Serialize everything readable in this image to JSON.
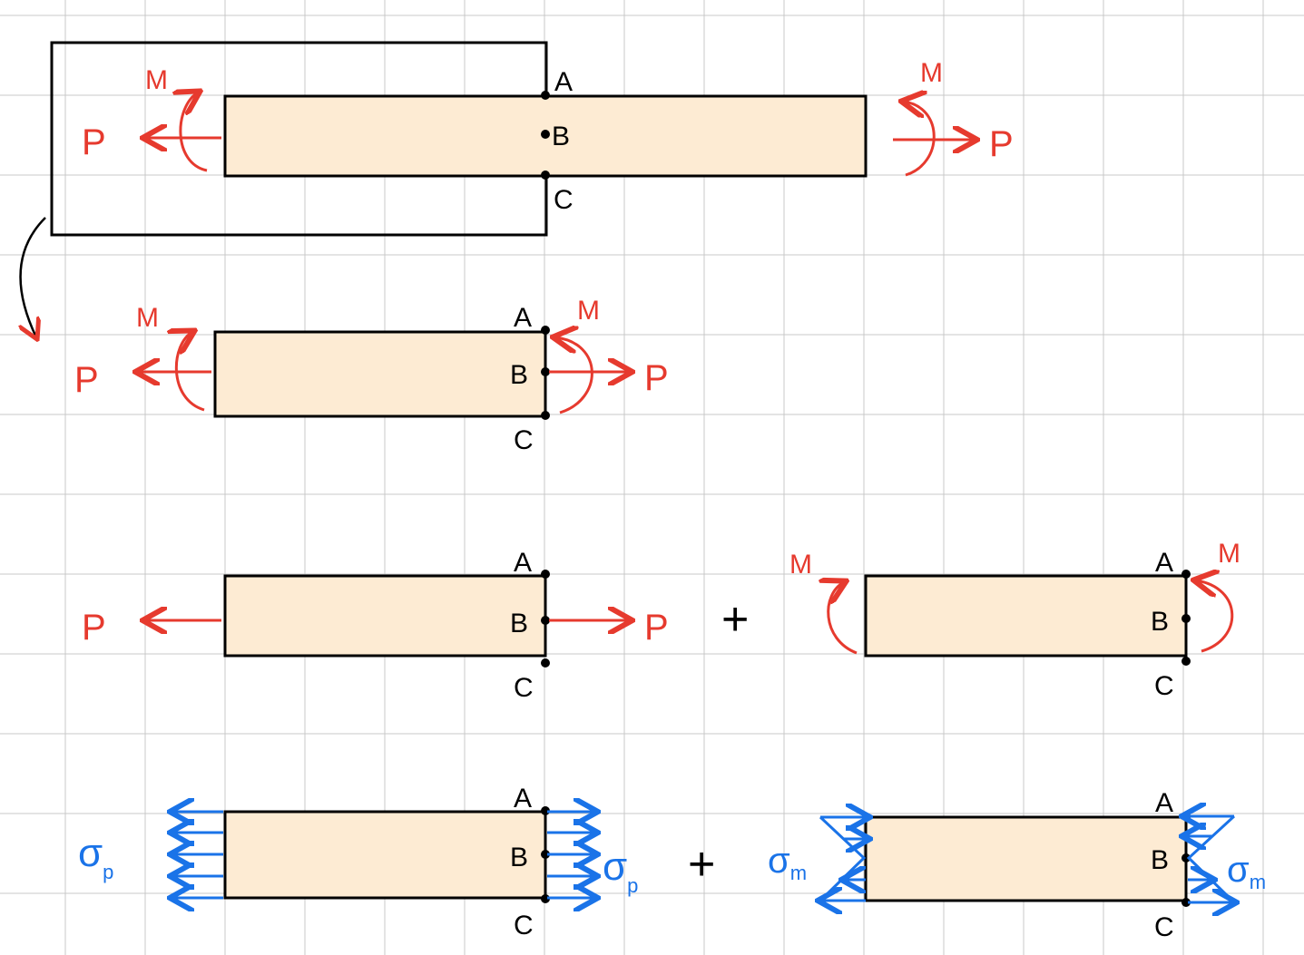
{
  "colors": {
    "grid": "#c8c8c8",
    "bar_fill": "#fdebd3",
    "outline": "#000000",
    "force": "#e63a2e",
    "stress": "#1a73e8"
  },
  "labels": {
    "force": "P",
    "moment": "M",
    "point_a": "A",
    "point_b": "B",
    "point_c": "C",
    "plus": "+",
    "sigma": "σ",
    "sub_p": "p",
    "sub_m": "m"
  }
}
